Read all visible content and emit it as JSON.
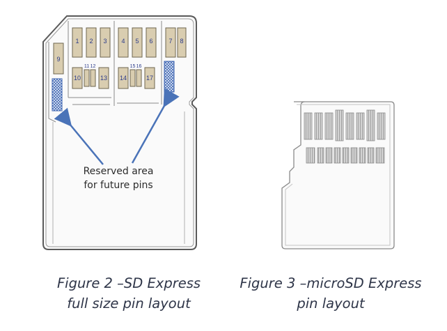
{
  "sd_card": {
    "row1_pins": [
      "1",
      "2",
      "3",
      "4",
      "5",
      "6",
      "7",
      "8",
      "9"
    ],
    "row2_pins": [
      "10",
      "11",
      "12",
      "13",
      "14",
      "15",
      "16",
      "17"
    ],
    "callout_lines": [
      "Reserved area",
      "for future pins"
    ]
  },
  "captions": {
    "left_line1": "Figure 2 –SD Express",
    "left_line2": "full size pin layout",
    "right_line1": "Figure 3 –microSD Express",
    "right_line2": "pin layout"
  },
  "colors": {
    "pin_fill": "#d9cdb0",
    "pin_stroke": "#6e6650",
    "card_stroke": "#5a5a5a",
    "arrow": "#4a73b8",
    "reserved_pattern": "#3a62b0",
    "micro_pin_fill": "#c8c8c8",
    "caption_text": "#2e3548"
  }
}
